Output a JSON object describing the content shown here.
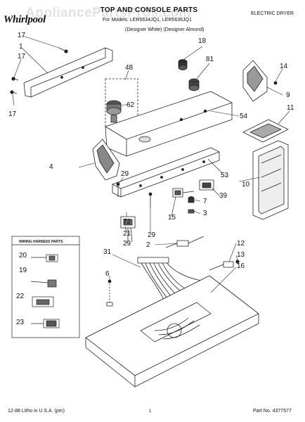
{
  "header": {
    "brand": "Whirlpool",
    "watermark": "AppliancePartsPros.com",
    "title": "TOP AND CONSOLE PARTS",
    "models": "For Models: LER5634JQ1, LER5636JQ1",
    "colors": "(Designer White) (Designer Almond)",
    "category": "ELECTRIC DRYER"
  },
  "callouts": [
    "17",
    "1",
    "17",
    "17",
    "18",
    "81",
    "14",
    "48",
    "62",
    "54",
    "11",
    "4",
    "29",
    "53",
    "10",
    "9",
    "7",
    "39",
    "3",
    "15",
    "72",
    "21",
    "29",
    "29",
    "2",
    "12",
    "31",
    "13",
    "6",
    "16",
    "20",
    "19",
    "22",
    "23"
  ],
  "inset": {
    "title": "WIRING HARNESS PARTS"
  },
  "footer": {
    "left": "12-88 Litho in U.S.A. (pm)",
    "page": "1",
    "right": "Part No. 4377577"
  }
}
